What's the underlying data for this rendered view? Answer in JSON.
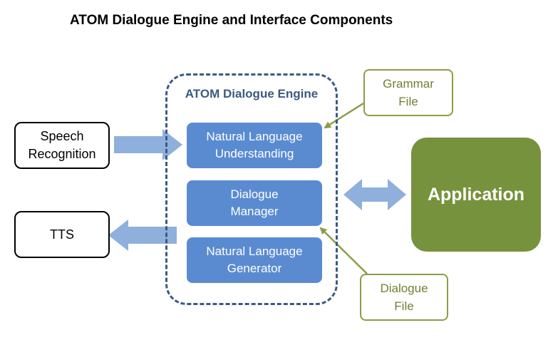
{
  "title": "ATOM Dialogue Engine and Interface Components",
  "engine": {
    "title": "ATOM Dialogue Engine",
    "components": {
      "nlu": "Natural Language\nUnderstanding",
      "dialogue_manager": "Dialogue\nManager",
      "nlg": "Natural Language\nGenerator"
    }
  },
  "inputs": {
    "speech_recognition": "Speech\nRecognition",
    "tts": "TTS"
  },
  "files": {
    "grammar": "Grammar\nFile",
    "dialogue": "Dialogue\nFile"
  },
  "application": "Application",
  "colors": {
    "engine_border": "#3b5a80",
    "component_fill": "#5a8bd1",
    "flow_arrow": "#8fb0dc",
    "file_border": "#8a9e4a",
    "application_fill": "#76923c"
  }
}
